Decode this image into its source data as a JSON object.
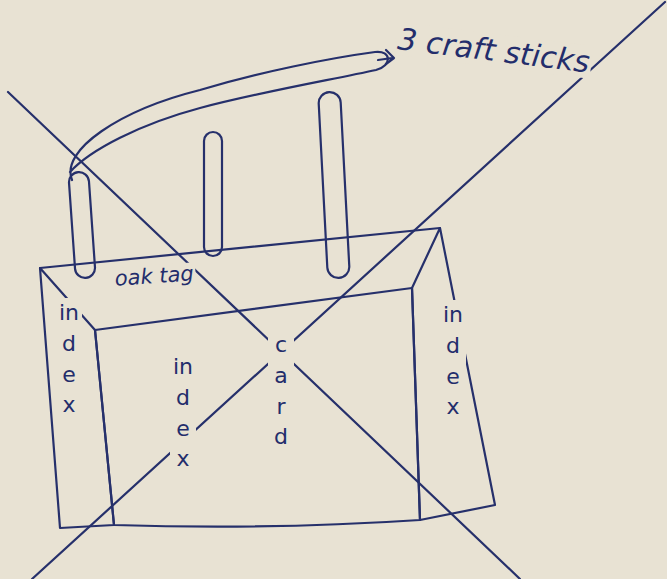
{
  "diagram": {
    "labels": [
      "3 craft sticks",
      "oak tag",
      "index",
      "index",
      "card",
      "index"
    ]
  }
}
